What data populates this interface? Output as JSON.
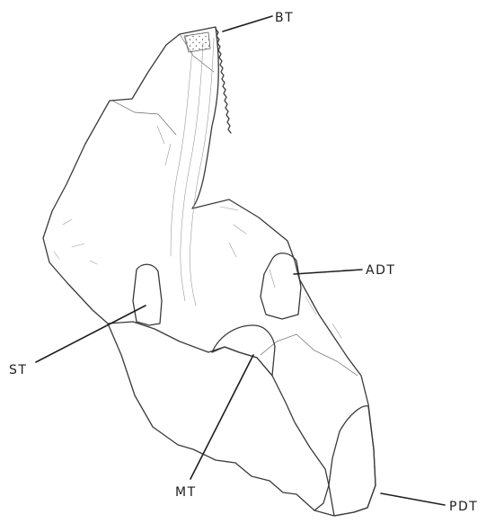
{
  "labels": {
    "bt": "BT",
    "adt": "ADT",
    "st": "ST",
    "mt": "MT",
    "pdt": "PDT"
  },
  "colors": {
    "ink": "#1e1e1e",
    "outline": "#3a3a3a",
    "stipple": "#5a5a5a",
    "background": "#ffffff"
  }
}
